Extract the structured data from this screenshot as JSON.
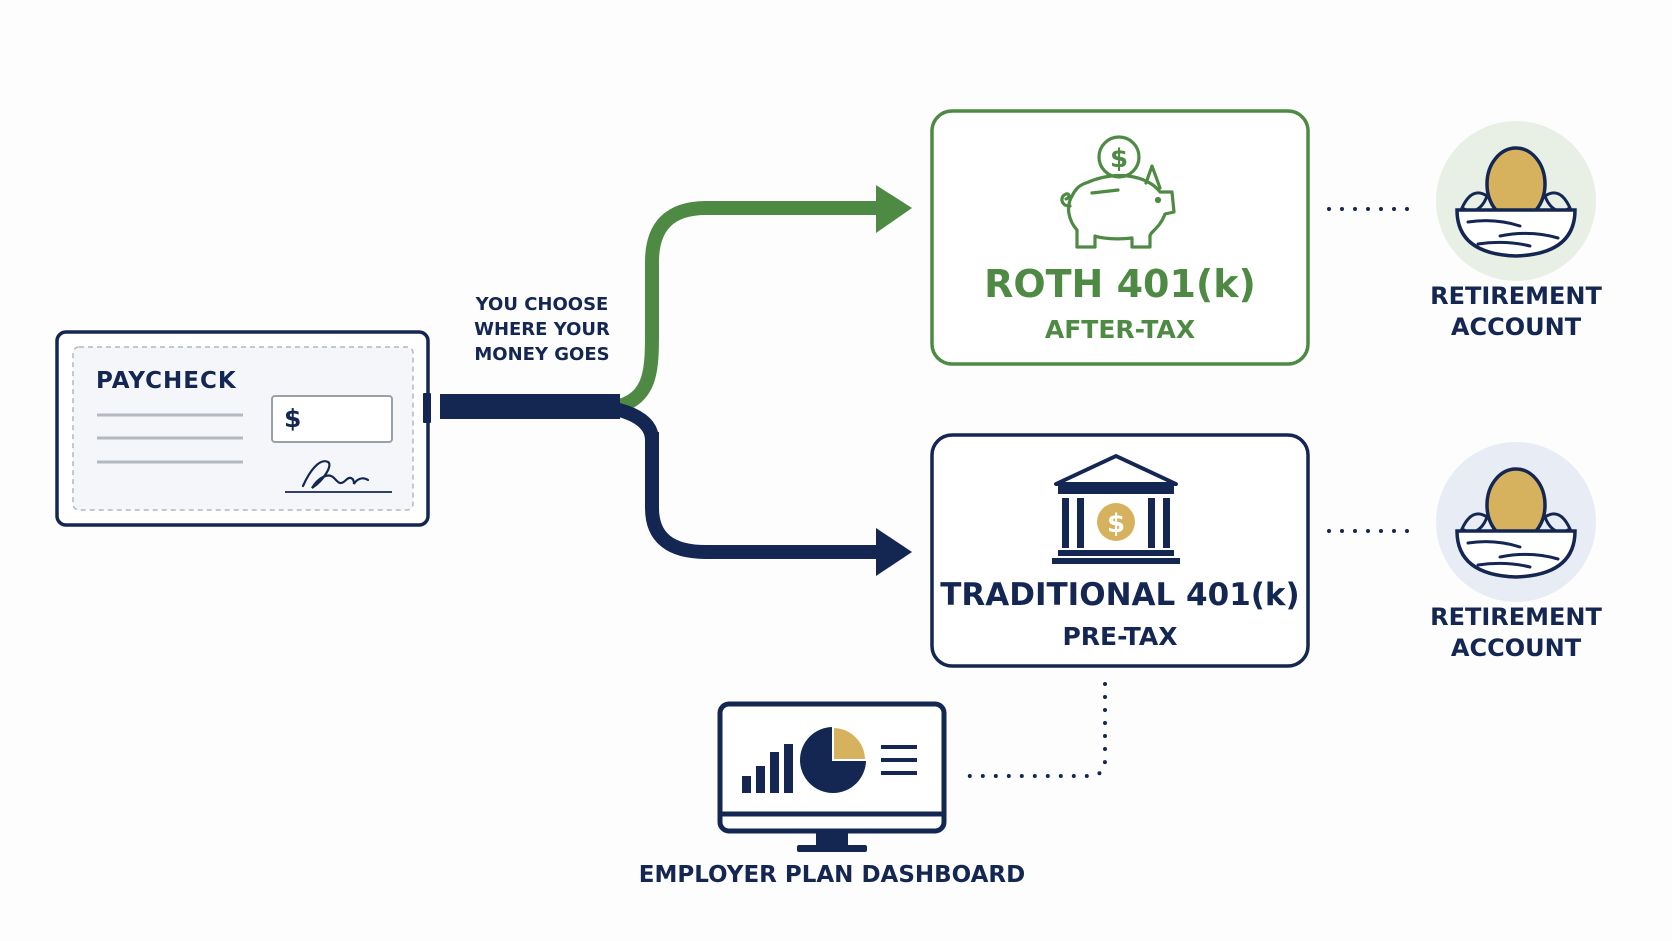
{
  "colors": {
    "navy": "#142652",
    "green": "#4e8a43",
    "gold": "#d6b25e",
    "check_bg": "#f4f6fa",
    "line_gray": "#b4b8c0"
  },
  "paycheck": {
    "title": "PAYCHECK",
    "amount_symbol": "$"
  },
  "flow_label": {
    "lines": [
      "YOU CHOOSE",
      "WHERE YOUR",
      "MONEY GOES"
    ]
  },
  "roth": {
    "title": "ROTH 401(k)",
    "subtitle": "AFTER-TAX",
    "icon": "piggy-bank-icon"
  },
  "traditional": {
    "title": "TRADITIONAL 401(k)",
    "subtitle": "PRE-TAX",
    "icon": "bank-building-icon"
  },
  "retirement_roth": {
    "line1": "RETIREMENT",
    "line2": "ACCOUNT",
    "icon": "nest-egg-icon"
  },
  "retirement_traditional": {
    "line1": "RETIREMENT",
    "line2": "ACCOUNT",
    "icon": "nest-egg-icon"
  },
  "dashboard": {
    "label": "EMPLOYER PLAN DASHBOARD",
    "icon": "monitor-chart-icon"
  }
}
